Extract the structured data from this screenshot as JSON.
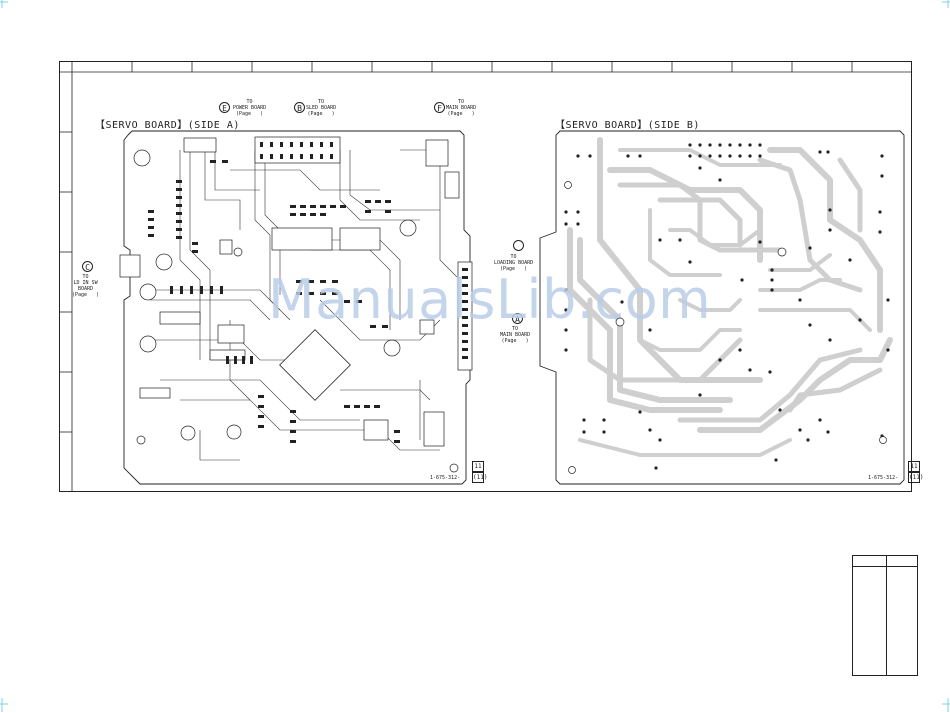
{
  "boards": {
    "side_a_title": "【SERVO BOARD】(SIDE A)",
    "side_b_title": "【SERVO BOARD】(SIDE B)"
  },
  "connectors": [
    {
      "letter": "E",
      "label": "TO\nPOWER BOARD\n(Page   )"
    },
    {
      "letter": "B",
      "label": "TO\nSLED BOARD\n(Page   )"
    },
    {
      "letter": "F",
      "label": "TO\nMAIN BOARD\n(Page   )"
    },
    {
      "letter": "C",
      "label": "TO\nLD IN SW\nBOARD\n(Page   )"
    },
    {
      "letter": "",
      "label": "TO\nLOADING BOARD\n(Page   )"
    },
    {
      "letter": "A",
      "label": "TO\nMAIN BOARD\n(Page   )"
    }
  ],
  "part_numbers": {
    "side_a": "1-675-312-",
    "side_b": "1-675-312-"
  },
  "sheet_marks": {
    "a_top": "11",
    "a_bottom": "(11)",
    "b_top": "11",
    "b_bottom": "(11)"
  },
  "watermark": "ManualsLib.com",
  "colors": {
    "trace_fill": "#cfcfcf",
    "ink": "#222222",
    "watermark": "#b9cde8"
  }
}
